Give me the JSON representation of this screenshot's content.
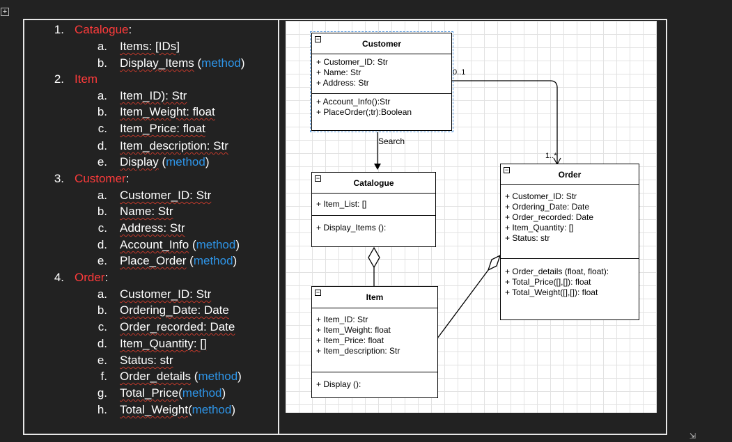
{
  "left_list": [
    {
      "num": "1.",
      "label": "Catalogue",
      "suffix": ":"
    },
    {
      "sub": "a.",
      "text": "Items: [IDs]"
    },
    {
      "sub": "b.",
      "text": "Display_Items",
      "method": "method"
    },
    {
      "num": "2.",
      "label": "Item",
      "suffix": ""
    },
    {
      "sub": "a.",
      "text": "Item_ID): Str"
    },
    {
      "sub": "b.",
      "text": "Item_Weight: float"
    },
    {
      "sub": "c.",
      "text": "Item_Price: float"
    },
    {
      "sub": "d.",
      "text": "Item_description: Str"
    },
    {
      "sub": "e.",
      "text": "Display",
      "method": "method"
    },
    {
      "num": "3.",
      "label": "Customer",
      "suffix": ":"
    },
    {
      "sub": "a.",
      "text": "Customer_ID: Str"
    },
    {
      "sub": "b.",
      "text": "Name: Str"
    },
    {
      "sub": "c.",
      "text": "Address: Str"
    },
    {
      "sub": "d.",
      "text": "Account_Info",
      "method": "method"
    },
    {
      "sub": "e.",
      "text": "Place_Order",
      "method": "method"
    },
    {
      "num": "4.",
      "label": "Order",
      "suffix": ":"
    },
    {
      "sub": "a.",
      "text": "Customer_ID: Str"
    },
    {
      "sub": "b.",
      "text": "Ordering_Date: Date"
    },
    {
      "sub": "c.",
      "text": "Order_recorded: Date"
    },
    {
      "sub": "d.",
      "text": "Item_Quantity: []"
    },
    {
      "sub": "e.",
      "text": "Status: str"
    },
    {
      "sub": "f.",
      "text": "Order_details",
      "method": "method"
    },
    {
      "sub": "g.",
      "text": "Total_Price",
      "method": "method",
      "tight": true
    },
    {
      "sub": "h.",
      "text": "Total_Weight",
      "method": "method",
      "tight": true
    }
  ],
  "colors": {
    "heading": "#ff3b3b",
    "method": "#2e95e8"
  },
  "uml": {
    "customer": {
      "title": "Customer",
      "attrs": [
        "+ Customer_ID:  Str",
        "+ Name:  Str",
        "+ Address:  Str"
      ],
      "methods": [
        "+ Account_Info():Str",
        "+ PlaceOrder(;tr):Boolean"
      ]
    },
    "catalogue": {
      "title": "Catalogue",
      "attrs": [
        "+ Item_List: []"
      ],
      "methods": [
        "+ Display_Items ():"
      ]
    },
    "item": {
      "title": "Item",
      "attrs": [
        "+ Item_ID: Str",
        "+ Item_Weight:  float",
        "+ Item_Price:  float",
        "+ Item_description:  Str"
      ],
      "methods": [
        "+ Display ():"
      ]
    },
    "order": {
      "title": "Order",
      "attrs": [
        "+ Customer_ID: Str",
        "+ Ordering_Date:  Date",
        "+ Order_recorded:  Date",
        "+ Item_Quantity:  []",
        "+ Status:  str"
      ],
      "methods": [
        "+ Order_details (float, float):",
        "+ Total_Price([],[]):  float",
        "+ Total_Weight([],[]):  float"
      ]
    }
  },
  "labels": {
    "search": "Search",
    "mult_one": "0..1",
    "mult_many": "1..*"
  },
  "icons": {
    "move": "move-icon",
    "collapse": "collapse-icon"
  }
}
